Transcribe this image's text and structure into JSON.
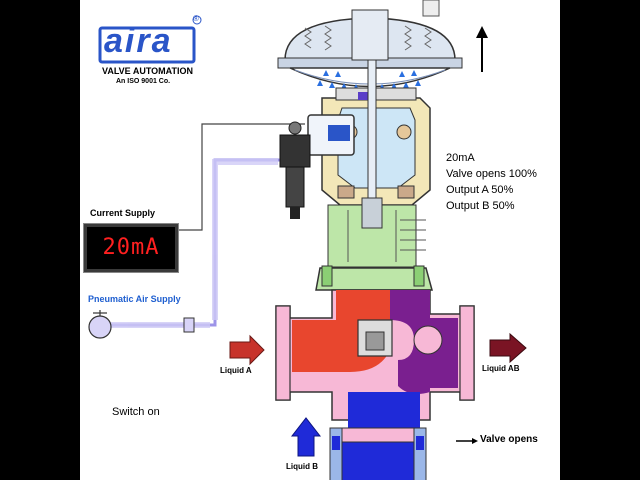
{
  "brand": {
    "logo_text": "aira",
    "trademark": "®",
    "subtitle": "VALVE AUTOMATION",
    "certification": "An ISO 9001 Co."
  },
  "status": {
    "signal": "20mA",
    "valve_state": "Valve opens 100%",
    "output_a": "Output A 50%",
    "output_b": "Output B 50%"
  },
  "current_supply": {
    "label": "Current Supply",
    "display_value": "20mA"
  },
  "air_supply": {
    "label": "Pneumatic Air Supply"
  },
  "flows": {
    "liquid_a": "Liquid A",
    "liquid_ab": "Liquid AB",
    "liquid_b": "Liquid B"
  },
  "switch_text": "Switch on",
  "legend": {
    "valve_opens": "Valve opens"
  },
  "colors": {
    "background": "#000000",
    "panel": "#ffffff",
    "liquid_a": "#e8462e",
    "liquid_ab": "#7a1f8f",
    "liquid_b": "#1f2ad8",
    "body_pink": "#f7b8d6",
    "actuator_cream": "#f3e7b8",
    "yoke_green": "#bde6a8",
    "air_line": "#b9b2f0",
    "readout_digits": "#ff2020",
    "logo_blue": "#2a55c8"
  },
  "icons": [
    "up-arrow-icon",
    "right-arrow-icon",
    "pressure-gauge-icon"
  ]
}
